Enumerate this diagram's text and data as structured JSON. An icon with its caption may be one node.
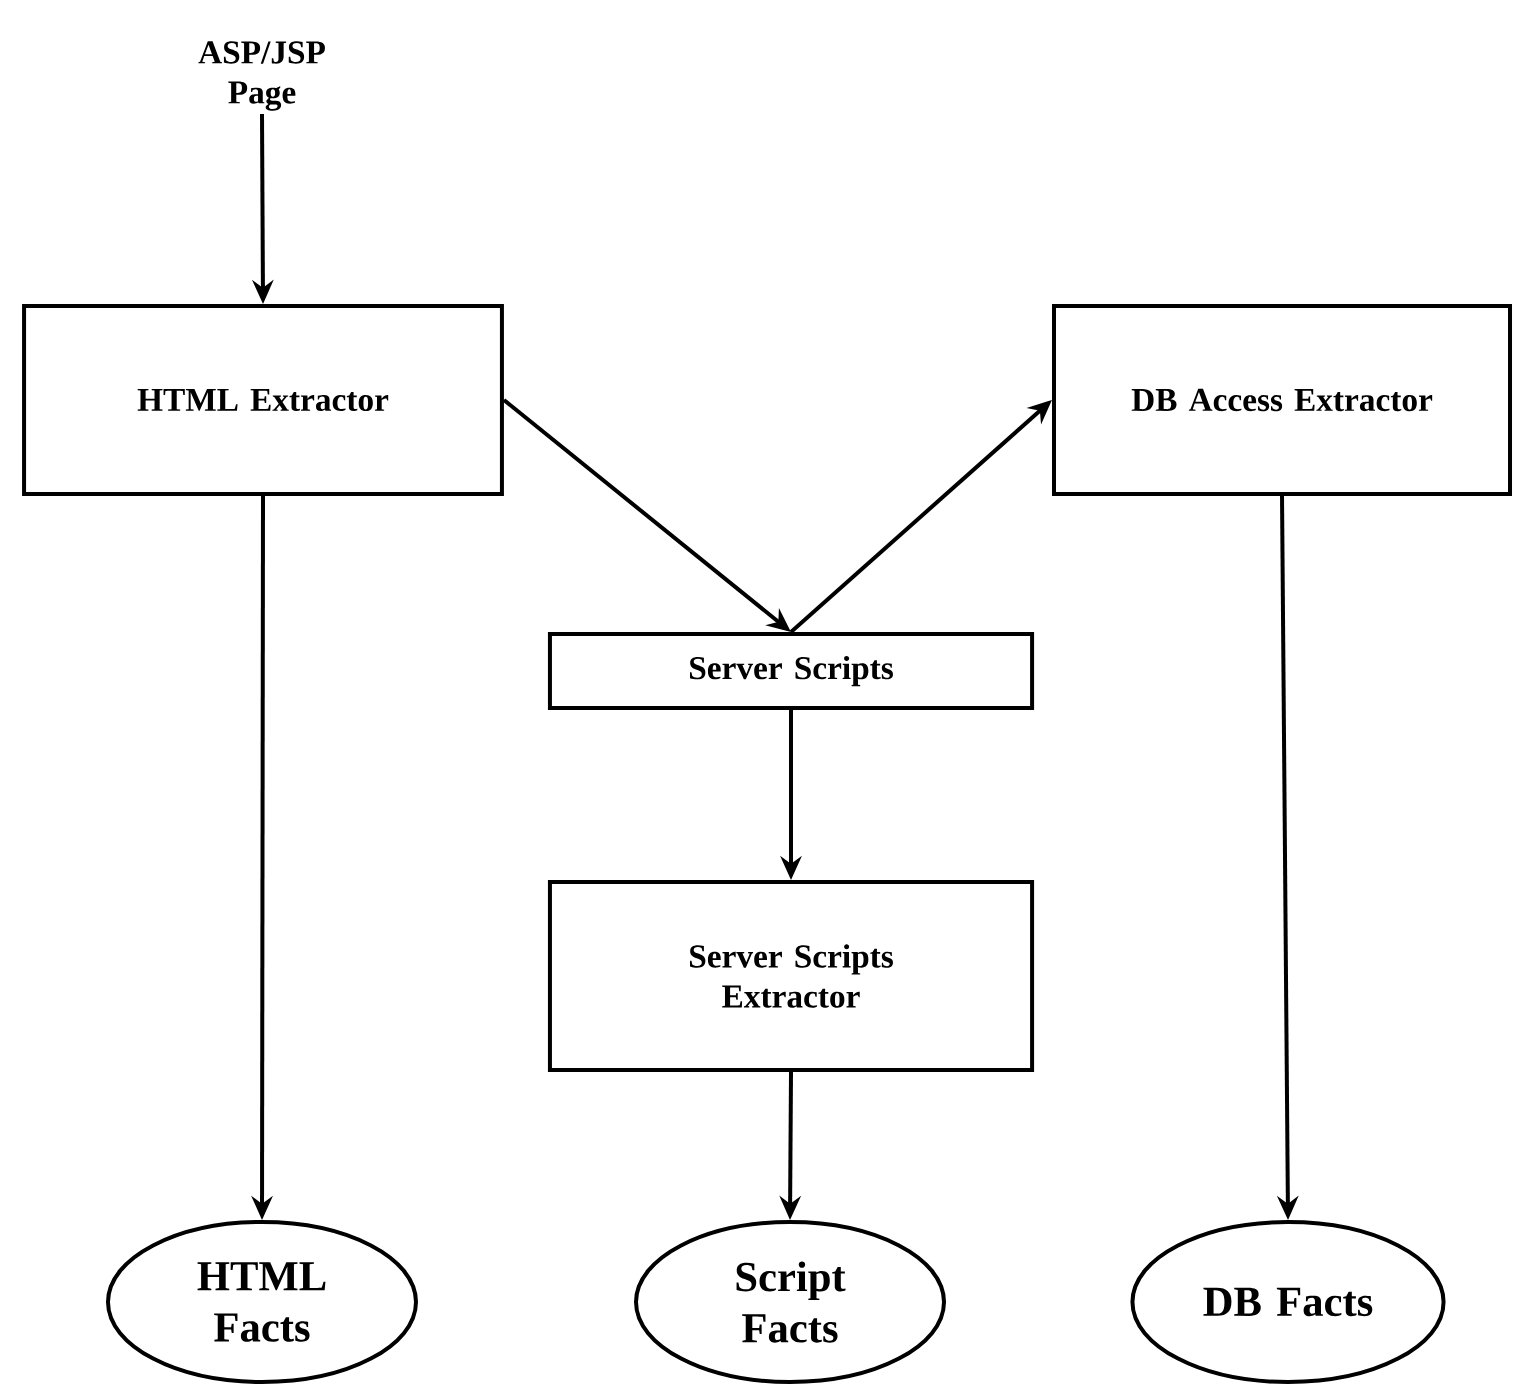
{
  "diagram": {
    "nodes": [
      {
        "text": [
          "ASP/JSP Page"
        ]
      },
      {
        "text": [
          "HTML Extractor"
        ]
      },
      {
        "text": [
          "DB Access Extractor"
        ]
      },
      {
        "text": [
          "Server Scripts"
        ]
      },
      {
        "text": [
          "Server Scripts Extractor"
        ]
      },
      {
        "text": [
          "HTML Facts"
        ]
      },
      {
        "text": [
          "Script Facts"
        ]
      },
      {
        "text": [
          "DB Facts"
        ]
      }
    ],
    "edges": [
      {
        "from": 0,
        "to": 1,
        "arrow": "to"
      },
      {
        "from": 1,
        "to": 3,
        "arrow": "to"
      },
      {
        "from": 3,
        "to": 2,
        "arrow": "to"
      },
      {
        "from": 3,
        "to": 4,
        "arrow": "to"
      },
      {
        "from": 4,
        "to": 6,
        "arrow": "to"
      },
      {
        "from": 1,
        "to": 5,
        "arrow": "to"
      },
      {
        "from": 2,
        "to": 7,
        "arrow": "to"
      }
    ]
  }
}
